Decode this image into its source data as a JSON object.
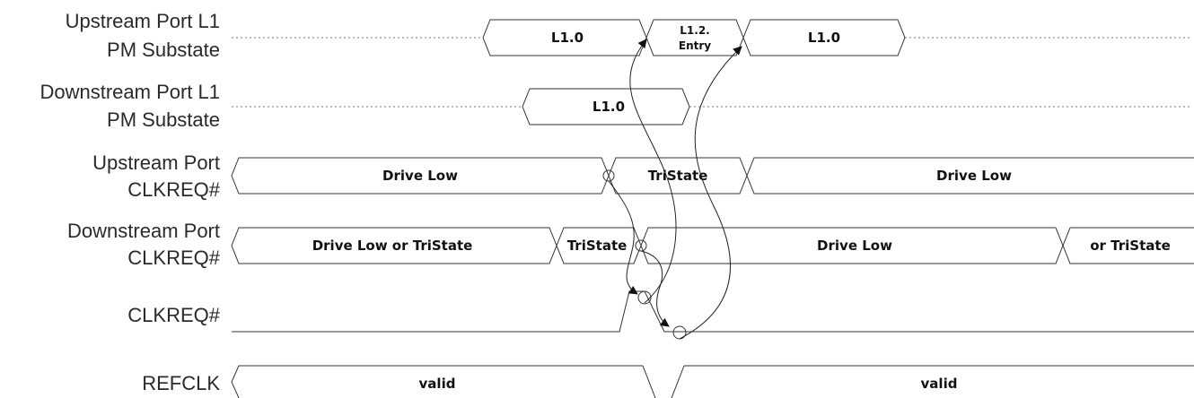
{
  "signals": [
    {
      "id": "up_l1",
      "line1": "Upstream Port L1",
      "line2": "PM Substate"
    },
    {
      "id": "down_l1",
      "line1": "Downstream Port L1",
      "line2": "PM Substate"
    },
    {
      "id": "up_clkreq",
      "line1": "Upstream Port",
      "line2": "CLKREQ#"
    },
    {
      "id": "down_clkreq",
      "line1": "Downstream Port",
      "line2": "CLKREQ#"
    },
    {
      "id": "clkreq",
      "line1": "CLKREQ#",
      "line2": ""
    },
    {
      "id": "refclk",
      "line1": "REFCLK",
      "line2": ""
    }
  ],
  "states": {
    "up_l1_a": "L1.0",
    "up_l1_b_1": "L1.2.",
    "up_l1_b_2": "Entry",
    "up_l1_c": "L1.0",
    "down_l1_a": "L1.0",
    "up_clk_a": "Drive Low",
    "up_clk_b": "TriState",
    "up_clk_c": "Drive Low",
    "down_clk_a": "Drive Low or TriState",
    "down_clk_b": "TriState",
    "down_clk_c": "Drive Low",
    "down_clk_d": "or TriState",
    "refclk_a": "valid",
    "refclk_b": "valid"
  }
}
